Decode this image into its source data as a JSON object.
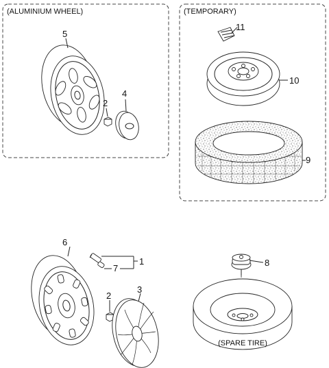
{
  "panels": {
    "aluminium": "(ALUMINIUM WHEEL)",
    "temporary": "(TEMPORARY)",
    "spare": "(SPARE TIRE)"
  },
  "callouts": {
    "c1": "1",
    "c2a": "2",
    "c2b": "2",
    "c3": "3",
    "c4": "4",
    "c5": "5",
    "c6": "6",
    "c7": "7",
    "c8": "8",
    "c9": "9",
    "c10": "10",
    "c11": "11"
  }
}
